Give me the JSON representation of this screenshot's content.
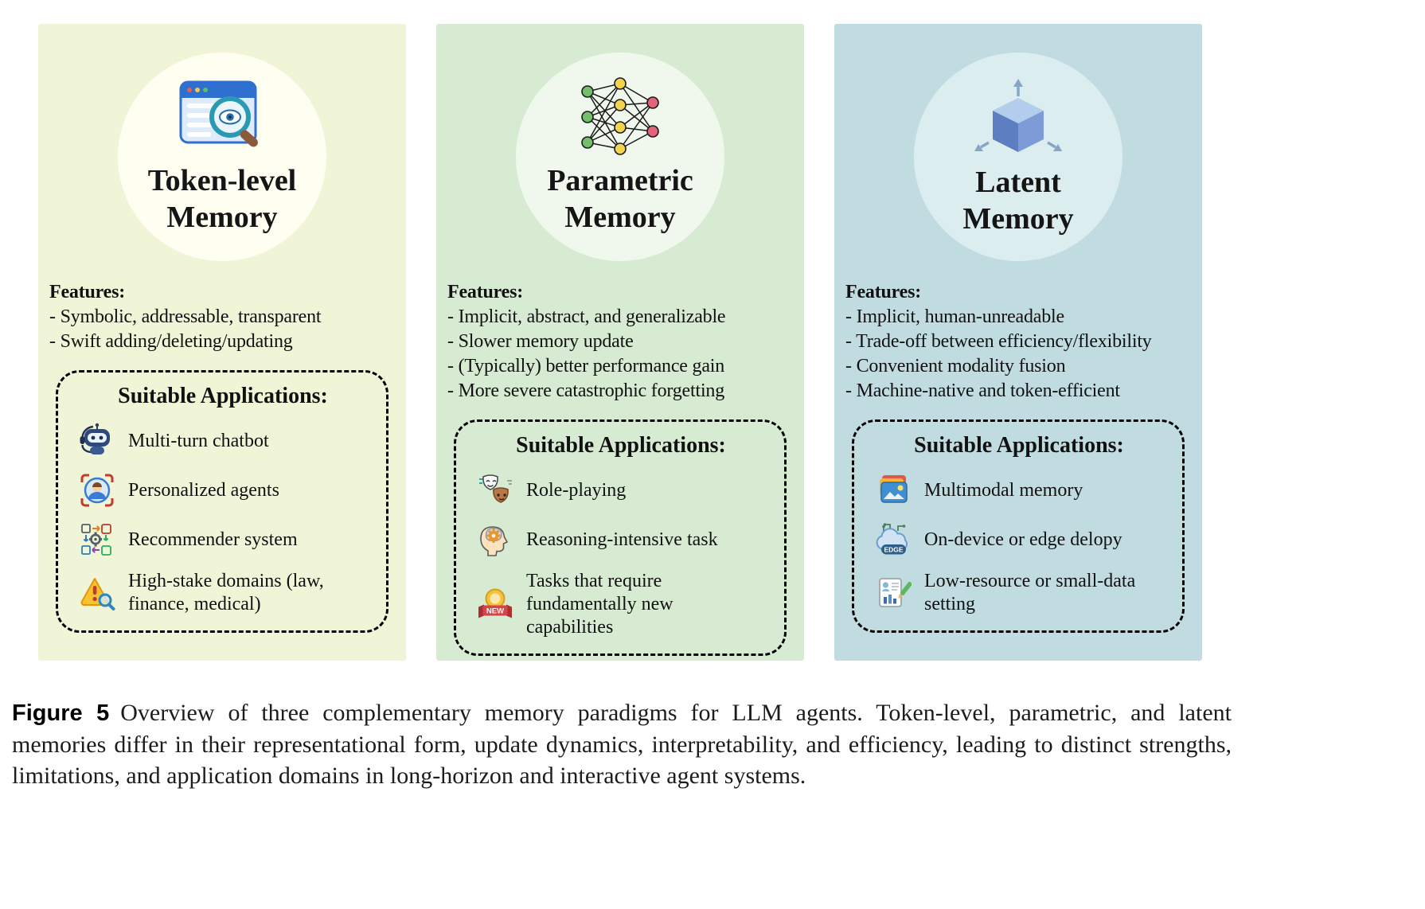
{
  "colors": {
    "token_panel": "#eff5d6",
    "token_circle": "#fefef1",
    "parametric_panel": "#d7ebd2",
    "parametric_circle": "#f0f8ee",
    "latent_panel": "#c1dce0",
    "latent_circle": "#dcedf0",
    "text": "#111111"
  },
  "panels": [
    {
      "title_lines": [
        "Token-level",
        "Memory"
      ],
      "features_label": "Features:",
      "features": [
        "- Symbolic, addressable, transparent",
        "- Swift adding/deleting/updating"
      ],
      "applications_label": "Suitable Applications:",
      "applications": [
        {
          "icon": "chatbot-icon",
          "label": "Multi-turn chatbot"
        },
        {
          "icon": "personalized-agent-icon",
          "label": "Personalized agents"
        },
        {
          "icon": "recommender-system-icon",
          "label": "Recommender system"
        },
        {
          "icon": "warning-magnifier-icon",
          "label": "High-stake domains (law, finance, medical)"
        }
      ]
    },
    {
      "title_lines": [
        "Parametric",
        "Memory"
      ],
      "features_label": "Features:",
      "features": [
        "- Implicit, abstract, and generalizable",
        "- Slower memory update",
        "- (Typically) better performance gain",
        "- More severe catastrophic forgetting"
      ],
      "applications_label": "Suitable Applications:",
      "applications": [
        {
          "icon": "role-playing-masks-icon",
          "label": "Role-playing"
        },
        {
          "icon": "reasoning-head-gear-icon",
          "label": "Reasoning-intensive task"
        },
        {
          "icon": "new-badge-icon",
          "label": "Tasks that require fundamentally new capabilities",
          "icon_text": "NEW"
        }
      ]
    },
    {
      "title_lines": [
        "Latent",
        "Memory"
      ],
      "features_label": "Features:",
      "features": [
        "- Implicit, human-unreadable",
        "- Trade-off between efficiency/flexibility",
        "- Convenient modality fusion",
        "- Machine-native and token-efficient"
      ],
      "applications_label": "Suitable Applications:",
      "applications": [
        {
          "icon": "multimodal-photos-icon",
          "label": "Multimodal memory"
        },
        {
          "icon": "edge-cloud-icon",
          "label": "On-device or edge delopy",
          "icon_text": "EDGE"
        },
        {
          "icon": "small-data-document-icon",
          "label": "Low-resource or small-data setting"
        }
      ]
    }
  ],
  "caption": {
    "label": "Figure 5",
    "text": "Overview of three complementary memory paradigms for LLM agents. Token-level, parametric, and latent memories differ in their representational form, update dynamics, interpretability, and efficiency, leading to distinct strengths, limitations, and application domains in long-horizon and interactive agent systems."
  }
}
